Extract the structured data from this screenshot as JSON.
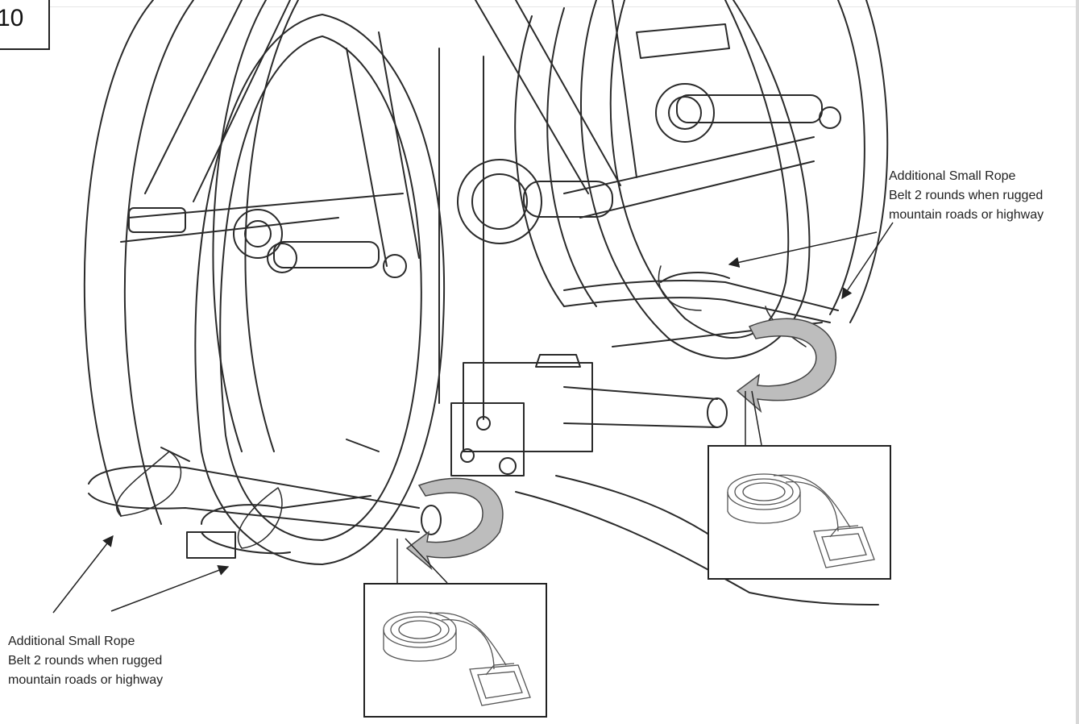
{
  "step": {
    "number": "10"
  },
  "notes": {
    "right": {
      "line1": "Additional Small Rope",
      "line2": "Belt 2 rounds when rugged",
      "line3": "mountain roads or highway"
    },
    "left": {
      "line1": "Additional Small Rope",
      "line2": "Belt 2 rounds when rugged",
      "line3": "mountain roads or highway"
    }
  },
  "icons": {
    "strap": "strap-buckle-icon",
    "curl_arrow": "curl-arrow-icon",
    "pointer": "pointer-arrow-icon"
  },
  "colors": {
    "line": "#2a2a2a",
    "arrow_fill": "#bdbdbd",
    "background": "#ffffff"
  }
}
